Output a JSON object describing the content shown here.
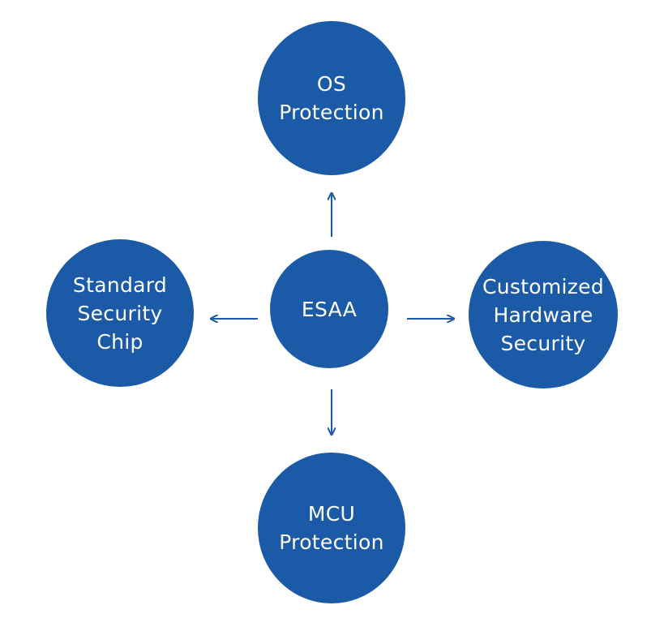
{
  "colors": {
    "node_fill": "#1a5aa6",
    "arrow": "#1a5aa6",
    "text": "#ffffff",
    "background": "#ffffff"
  },
  "nodes": {
    "center": {
      "lines": [
        "ESAA"
      ]
    },
    "top": {
      "lines": [
        "OS",
        "Protection"
      ]
    },
    "left": {
      "lines": [
        "Standard",
        "Security",
        "Chip"
      ]
    },
    "right": {
      "lines": [
        "Customized",
        "Hardware",
        "Security"
      ]
    },
    "bottom": {
      "lines": [
        "MCU",
        "Protection"
      ]
    }
  },
  "edges": [
    {
      "from": "center",
      "to": "top"
    },
    {
      "from": "center",
      "to": "left"
    },
    {
      "from": "center",
      "to": "right"
    },
    {
      "from": "center",
      "to": "bottom"
    }
  ]
}
